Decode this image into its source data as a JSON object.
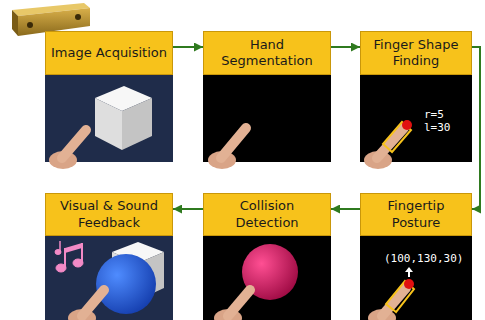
{
  "diagram": {
    "nodes": [
      {
        "text": [
          "Image Acquisition"
        ]
      },
      {
        "text": [
          "Hand Segmentation"
        ]
      },
      {
        "text": [
          "Finger Shape Finding"
        ]
      },
      {
        "text": [
          "Visual & Sound Feedback"
        ]
      },
      {
        "text": [
          "Collision Detection"
        ]
      },
      {
        "text": [
          "Fingertip Posture"
        ]
      }
    ],
    "edges": [
      {
        "from": 0,
        "to": 1,
        "arrow": "to"
      },
      {
        "from": 1,
        "to": 2,
        "arrow": "to"
      },
      {
        "from": 2,
        "to": 5,
        "arrow": "to"
      },
      {
        "from": 5,
        "to": 4,
        "arrow": "to"
      },
      {
        "from": 4,
        "to": 3,
        "arrow": "to"
      }
    ],
    "labels": [
      "r=5",
      "l=30",
      "(100,130,30)"
    ]
  }
}
